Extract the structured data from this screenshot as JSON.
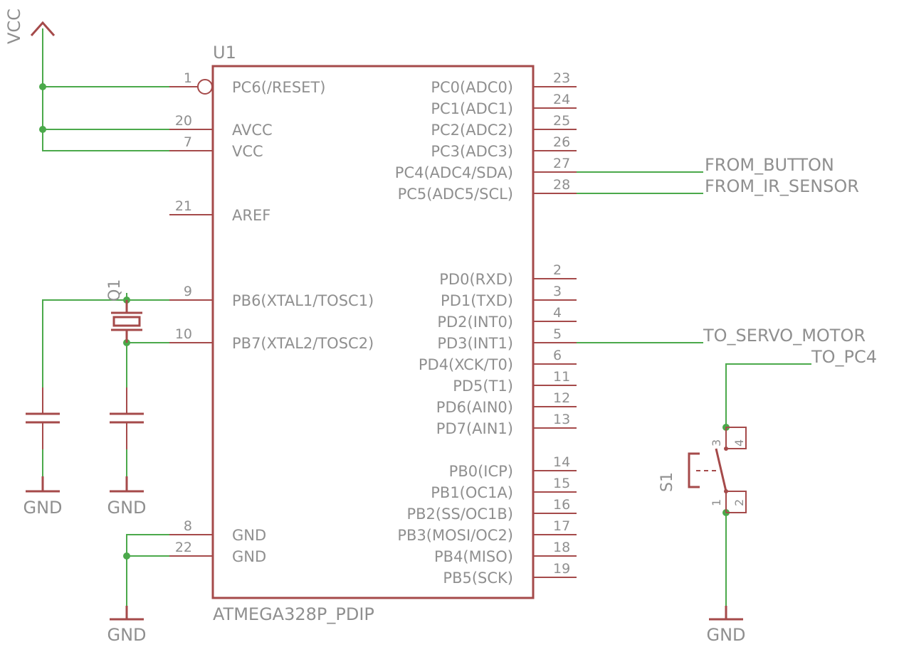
{
  "supply": {
    "vcc": "VCC",
    "gnd": "GND"
  },
  "u1": {
    "ref": "U1",
    "value": "ATMEGA328P_PDIP",
    "left_pins": [
      {
        "num": "1",
        "name": "PC6(/RESET)"
      },
      {
        "num": "20",
        "name": "AVCC"
      },
      {
        "num": "7",
        "name": "VCC"
      },
      {
        "num": "21",
        "name": "AREF"
      },
      {
        "num": "9",
        "name": "PB6(XTAL1/TOSC1)"
      },
      {
        "num": "10",
        "name": "PB7(XTAL2/TOSC2)"
      },
      {
        "num": "8",
        "name": "GND"
      },
      {
        "num": "22",
        "name": "GND"
      }
    ],
    "right_pins": [
      {
        "num": "23",
        "name": "PC0(ADC0)"
      },
      {
        "num": "24",
        "name": "PC1(ADC1)"
      },
      {
        "num": "25",
        "name": "PC2(ADC2)"
      },
      {
        "num": "26",
        "name": "PC3(ADC3)"
      },
      {
        "num": "27",
        "name": "PC4(ADC4/SDA)"
      },
      {
        "num": "28",
        "name": "PC5(ADC5/SCL)"
      },
      {
        "num": "2",
        "name": "PD0(RXD)"
      },
      {
        "num": "3",
        "name": "PD1(TXD)"
      },
      {
        "num": "4",
        "name": "PD2(INT0)"
      },
      {
        "num": "5",
        "name": "PD3(INT1)"
      },
      {
        "num": "6",
        "name": "PD4(XCK/T0)"
      },
      {
        "num": "11",
        "name": "PD5(T1)"
      },
      {
        "num": "12",
        "name": "PD6(AIN0)"
      },
      {
        "num": "13",
        "name": "PD7(AIN1)"
      },
      {
        "num": "14",
        "name": "PB0(ICP)"
      },
      {
        "num": "15",
        "name": "PB1(OC1A)"
      },
      {
        "num": "16",
        "name": "PB2(SS/OC1B)"
      },
      {
        "num": "17",
        "name": "PB3(MOSI/OC2)"
      },
      {
        "num": "18",
        "name": "PB4(MISO)"
      },
      {
        "num": "19",
        "name": "PB5(SCK)"
      }
    ]
  },
  "nets": {
    "from_button": "FROM_BUTTON",
    "from_ir_sensor": "FROM_IR_SENSOR",
    "to_servo_motor": "TO_SERVO_MOTOR",
    "to_pc4": "TO_PC4"
  },
  "q1": {
    "ref": "Q1"
  },
  "s1": {
    "ref": "S1",
    "pins": [
      "3",
      "4",
      "1",
      "2"
    ]
  }
}
